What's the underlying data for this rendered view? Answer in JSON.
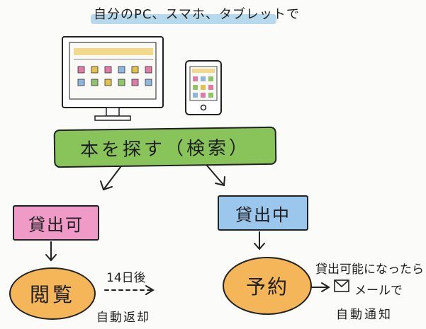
{
  "header": {
    "title": "自分のPC、スマホ、タブレットで"
  },
  "flow": {
    "search": "本を探す（検索）",
    "available": "貸出可",
    "on_loan": "貸出中",
    "browse": "閲覧",
    "reserve": "予約",
    "after_days": "14日後",
    "auto_return": "自動返却",
    "when_available": "貸出可能になったら",
    "by_email": "メールで",
    "auto_notify": "自動通知"
  },
  "colors": {
    "search": "#88c45a",
    "available": "#ef9ac7",
    "on_loan": "#9cc7ec",
    "oval": "#f4b659",
    "title_highlight": "#a9d2ec"
  }
}
